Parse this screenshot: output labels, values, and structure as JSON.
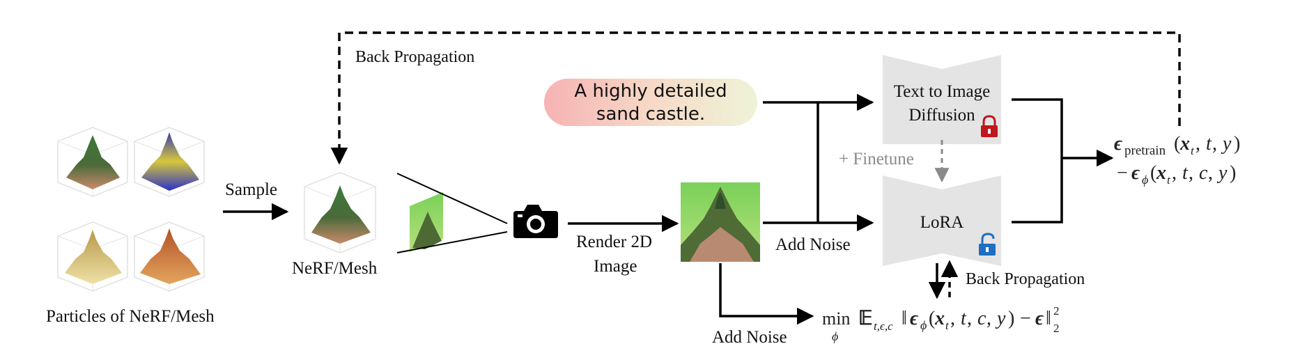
{
  "labels": {
    "back_propagation_top": "Back Propagation",
    "sample": "Sample",
    "particles": "Particles of NeRF/Mesh",
    "nerf_mesh": "NeRF/Mesh",
    "render_line1": "Render 2D",
    "render_line2": "Image",
    "add_noise_mid": "Add Noise",
    "add_noise_bottom": "Add Noise",
    "finetune": "+ Finetune",
    "back_propagation_right": "Back Propagation",
    "t2i_line1": "Text to Image",
    "t2i_line2": "Diffusion",
    "lora": "LoRA"
  },
  "prompt": {
    "line1": "A highly detailed",
    "line2": "sand castle."
  },
  "equations": {
    "eps_pretrain_sub": "pretrain",
    "eps_pretrain_args": "(x_t, t, y)",
    "eps_phi_args": "(x_t, t, c, y)",
    "loss": "min_φ E_{t,ε,c} ‖ε_φ(x_t, t, c, y) − ε‖²₂"
  },
  "icons": {
    "camera": "camera-icon",
    "lock": "lock-icon",
    "unlock": "unlock-icon"
  },
  "colors": {
    "lock_red": "#c0161d",
    "unlock_blue": "#1e6fc2",
    "model_gray": "#e4e4e4",
    "prompt_left": "#f6b3b3",
    "prompt_right": "#eef3d8",
    "finetune_gray": "#8a8a8a"
  }
}
